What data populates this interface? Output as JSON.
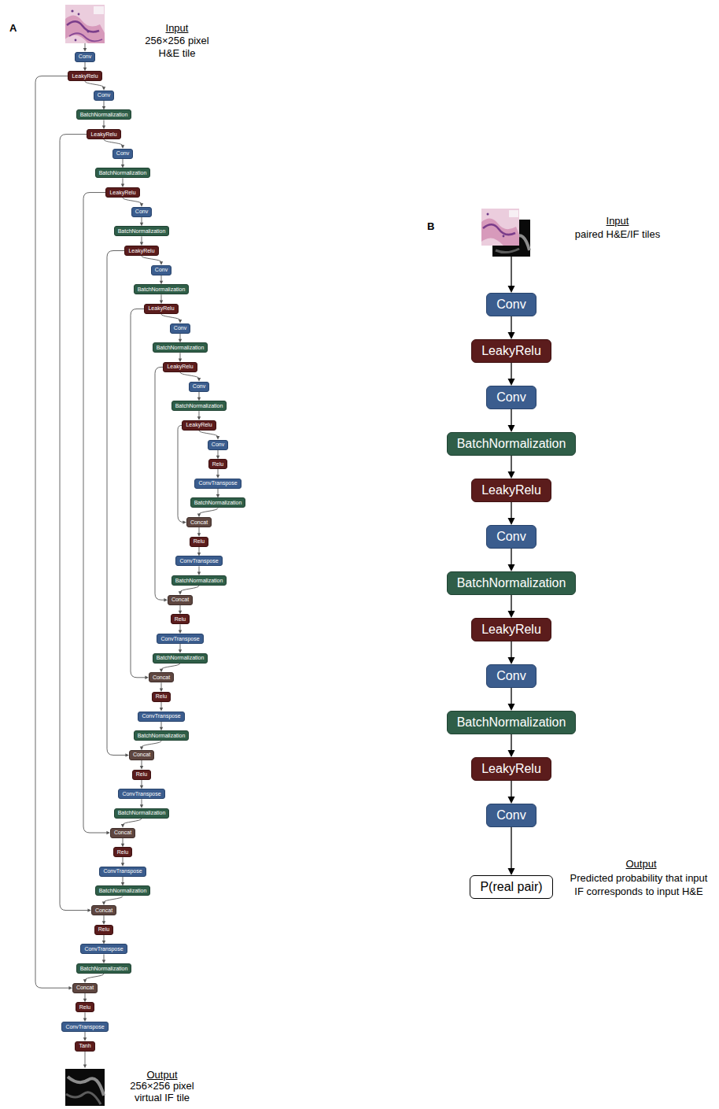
{
  "diagram": {
    "nodes": [
      {
        "text": [
          "Conv"
        ]
      },
      {
        "text": [
          "LeakyRelu"
        ]
      },
      {
        "text": [
          "Conv"
        ]
      },
      {
        "text": [
          "BatchNormalization"
        ]
      },
      {
        "text": [
          "LeakyRelu"
        ]
      },
      {
        "text": [
          "Conv"
        ]
      },
      {
        "text": [
          "BatchNormalization"
        ]
      },
      {
        "text": [
          "LeakyRelu"
        ]
      },
      {
        "text": [
          "Conv"
        ]
      },
      {
        "text": [
          "BatchNormalization"
        ]
      },
      {
        "text": [
          "LeakyRelu"
        ]
      },
      {
        "text": [
          "Conv"
        ]
      },
      {
        "text": [
          "BatchNormalization"
        ]
      },
      {
        "text": [
          "LeakyRelu"
        ]
      },
      {
        "text": [
          "Conv"
        ]
      },
      {
        "text": [
          "BatchNormalization"
        ]
      },
      {
        "text": [
          "LeakyRelu"
        ]
      },
      {
        "text": [
          "Conv"
        ]
      },
      {
        "text": [
          "BatchNormalization"
        ]
      },
      {
        "text": [
          "LeakyRelu"
        ]
      },
      {
        "text": [
          "Conv"
        ]
      },
      {
        "text": [
          "Relu"
        ]
      },
      {
        "text": [
          "ConvTranspose"
        ]
      },
      {
        "text": [
          "BatchNormalization"
        ]
      },
      {
        "text": [
          "Concat"
        ]
      },
      {
        "text": [
          "Relu"
        ]
      },
      {
        "text": [
          "ConvTranspose"
        ]
      },
      {
        "text": [
          "BatchNormalization"
        ]
      },
      {
        "text": [
          "Concat"
        ]
      },
      {
        "text": [
          "Relu"
        ]
      },
      {
        "text": [
          "ConvTranspose"
        ]
      },
      {
        "text": [
          "BatchNormalization"
        ]
      },
      {
        "text": [
          "Concat"
        ]
      },
      {
        "text": [
          "Relu"
        ]
      },
      {
        "text": [
          "ConvTranspose"
        ]
      },
      {
        "text": [
          "BatchNormalization"
        ]
      },
      {
        "text": [
          "Concat"
        ]
      },
      {
        "text": [
          "Relu"
        ]
      },
      {
        "text": [
          "ConvTranspose"
        ]
      },
      {
        "text": [
          "BatchNormalization"
        ]
      },
      {
        "text": [
          "Concat"
        ]
      },
      {
        "text": [
          "Relu"
        ]
      },
      {
        "text": [
          "ConvTranspose"
        ]
      },
      {
        "text": [
          "BatchNormalization"
        ]
      },
      {
        "text": [
          "Concat"
        ]
      },
      {
        "text": [
          "Relu"
        ]
      },
      {
        "text": [
          "ConvTranspose"
        ]
      },
      {
        "text": [
          "BatchNormalization"
        ]
      },
      {
        "text": [
          "Concat"
        ]
      },
      {
        "text": [
          "Relu"
        ]
      },
      {
        "text": [
          "ConvTranspose"
        ]
      },
      {
        "text": [
          "Tanh"
        ]
      },
      {
        "text": [
          "Conv"
        ]
      },
      {
        "text": [
          "LeakyRelu"
        ]
      },
      {
        "text": [
          "Conv"
        ]
      },
      {
        "text": [
          "BatchNormalization"
        ]
      },
      {
        "text": [
          "LeakyRelu"
        ]
      },
      {
        "text": [
          "Conv"
        ]
      },
      {
        "text": [
          "BatchNormalization"
        ]
      },
      {
        "text": [
          "LeakyRelu"
        ]
      },
      {
        "text": [
          "Conv"
        ]
      },
      {
        "text": [
          "BatchNormalization"
        ]
      },
      {
        "text": [
          "LeakyRelu"
        ]
      },
      {
        "text": [
          "Conv"
        ]
      },
      {
        "text": [
          "P(real pair)"
        ]
      }
    ],
    "edges": [
      {
        "from": 0,
        "to": 1,
        "arrow": "to"
      },
      {
        "from": 1,
        "to": 2,
        "arrow": "to"
      },
      {
        "from": 2,
        "to": 3,
        "arrow": "to"
      },
      {
        "from": 3,
        "to": 4,
        "arrow": "to"
      },
      {
        "from": 4,
        "to": 5,
        "arrow": "to"
      },
      {
        "from": 5,
        "to": 6,
        "arrow": "to"
      },
      {
        "from": 6,
        "to": 7,
        "arrow": "to"
      },
      {
        "from": 7,
        "to": 8,
        "arrow": "to"
      },
      {
        "from": 8,
        "to": 9,
        "arrow": "to"
      },
      {
        "from": 9,
        "to": 10,
        "arrow": "to"
      },
      {
        "from": 10,
        "to": 11,
        "arrow": "to"
      },
      {
        "from": 11,
        "to": 12,
        "arrow": "to"
      },
      {
        "from": 12,
        "to": 13,
        "arrow": "to"
      },
      {
        "from": 13,
        "to": 14,
        "arrow": "to"
      },
      {
        "from": 14,
        "to": 15,
        "arrow": "to"
      },
      {
        "from": 15,
        "to": 16,
        "arrow": "to"
      },
      {
        "from": 16,
        "to": 17,
        "arrow": "to"
      },
      {
        "from": 17,
        "to": 18,
        "arrow": "to"
      },
      {
        "from": 18,
        "to": 19,
        "arrow": "to"
      },
      {
        "from": 19,
        "to": 20,
        "arrow": "to"
      },
      {
        "from": 20,
        "to": 21,
        "arrow": "to"
      },
      {
        "from": 21,
        "to": 22,
        "arrow": "to"
      },
      {
        "from": 22,
        "to": 23,
        "arrow": "to"
      },
      {
        "from": 23,
        "to": 24,
        "arrow": "to"
      },
      {
        "from": 24,
        "to": 25,
        "arrow": "to"
      },
      {
        "from": 25,
        "to": 26,
        "arrow": "to"
      },
      {
        "from": 26,
        "to": 27,
        "arrow": "to"
      },
      {
        "from": 27,
        "to": 28,
        "arrow": "to"
      },
      {
        "from": 28,
        "to": 29,
        "arrow": "to"
      },
      {
        "from": 29,
        "to": 30,
        "arrow": "to"
      },
      {
        "from": 30,
        "to": 31,
        "arrow": "to"
      },
      {
        "from": 31,
        "to": 32,
        "arrow": "to"
      },
      {
        "from": 32,
        "to": 33,
        "arrow": "to"
      },
      {
        "from": 33,
        "to": 34,
        "arrow": "to"
      },
      {
        "from": 34,
        "to": 35,
        "arrow": "to"
      },
      {
        "from": 35,
        "to": 36,
        "arrow": "to"
      },
      {
        "from": 36,
        "to": 37,
        "arrow": "to"
      },
      {
        "from": 37,
        "to": 38,
        "arrow": "to"
      },
      {
        "from": 38,
        "to": 39,
        "arrow": "to"
      },
      {
        "from": 39,
        "to": 40,
        "arrow": "to"
      },
      {
        "from": 40,
        "to": 41,
        "arrow": "to"
      },
      {
        "from": 41,
        "to": 42,
        "arrow": "to"
      },
      {
        "from": 42,
        "to": 43,
        "arrow": "to"
      },
      {
        "from": 43,
        "to": 44,
        "arrow": "to"
      },
      {
        "from": 44,
        "to": 45,
        "arrow": "to"
      },
      {
        "from": 45,
        "to": 46,
        "arrow": "to"
      },
      {
        "from": 46,
        "to": 47,
        "arrow": "to"
      },
      {
        "from": 47,
        "to": 48,
        "arrow": "to"
      },
      {
        "from": 48,
        "to": 49,
        "arrow": "to"
      },
      {
        "from": 49,
        "to": 50,
        "arrow": "to"
      },
      {
        "from": 50,
        "to": 51,
        "arrow": "to"
      },
      {
        "from": 1,
        "to": 48,
        "arrow": "to"
      },
      {
        "from": 4,
        "to": 44,
        "arrow": "to"
      },
      {
        "from": 7,
        "to": 40,
        "arrow": "to"
      },
      {
        "from": 10,
        "to": 36,
        "arrow": "to"
      },
      {
        "from": 13,
        "to": 32,
        "arrow": "to"
      },
      {
        "from": 16,
        "to": 28,
        "arrow": "to"
      },
      {
        "from": 19,
        "to": 24,
        "arrow": "to"
      },
      {
        "from": 52,
        "to": 53,
        "arrow": "to"
      },
      {
        "from": 53,
        "to": 54,
        "arrow": "to"
      },
      {
        "from": 54,
        "to": 55,
        "arrow": "to"
      },
      {
        "from": 55,
        "to": 56,
        "arrow": "to"
      },
      {
        "from": 56,
        "to": 57,
        "arrow": "to"
      },
      {
        "from": 57,
        "to": 58,
        "arrow": "to"
      },
      {
        "from": 58,
        "to": 59,
        "arrow": "to"
      },
      {
        "from": 59,
        "to": 60,
        "arrow": "to"
      },
      {
        "from": 60,
        "to": 61,
        "arrow": "to"
      },
      {
        "from": 61,
        "to": 62,
        "arrow": "to"
      },
      {
        "from": 62,
        "to": 63,
        "arrow": "to"
      },
      {
        "from": 63,
        "to": 64,
        "arrow": "to"
      }
    ],
    "labels": [
      "A",
      "Input",
      "256×256 pixel H&E tile",
      "Output",
      "256×256 pixel virtual IF tile",
      "B",
      "Input",
      "paired H&E/IF tiles",
      "Output",
      "Predicted probability that input IF corresponds to input H&E"
    ]
  }
}
